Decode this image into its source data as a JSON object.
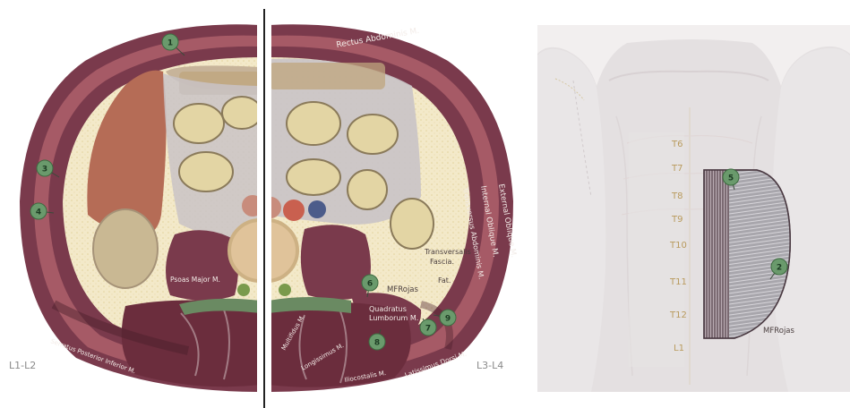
{
  "left_panel": {
    "level_left": "L1-L2",
    "level_right": "L3-L4",
    "labels": {
      "rectus": "Rectus Abdominis M.",
      "external_oblique": "External Oblique M.",
      "internal_oblique": "Internal Oblique M.",
      "transversus": "Transversus Abdominis M.",
      "transversalis": "Transversalis",
      "fascia": "Fascia.",
      "fat": "Fat.",
      "psoas": "Psoas Major M.",
      "quadratus_1": "Quadratus",
      "quadratus_2": "Lumborum M.",
      "latissimus": "Latissimus Dorsi M.",
      "serratus": "Serratus Posterior Inferior M.",
      "multifidus": "Multifidus M.",
      "longissimus": "Longissimus M.",
      "iliocostalis": "Iliocostalis M.",
      "credit": "MFRojas"
    },
    "markers": [
      "1",
      "3",
      "4",
      "6",
      "7",
      "8",
      "9"
    ]
  },
  "right_panel": {
    "vertebrae": [
      "T6",
      "T7",
      "T8",
      "T9",
      "T10",
      "T11",
      "T12",
      "L1"
    ],
    "markers": [
      "5",
      "2"
    ],
    "credit": "MFRojas"
  },
  "colors": {
    "muscle": "#7a3a4c",
    "muscle_dark": "#5a2636",
    "fat": "#f1e6c4",
    "marker": "#6a9a6c",
    "organ": "#dccaa0",
    "skin": "#ece9e9"
  }
}
